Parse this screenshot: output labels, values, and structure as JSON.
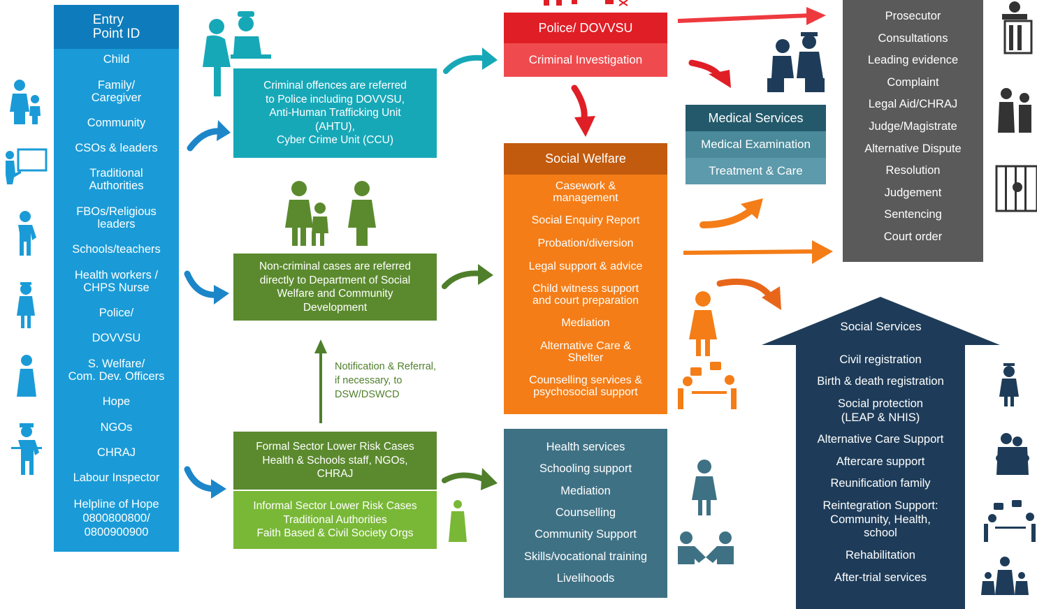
{
  "entry_point": {
    "header": "Entry\nPoint ID",
    "items": [
      "Child",
      "Family/\nCaregiver",
      "Community",
      "CSOs & leaders",
      "Traditional\nAuthorities",
      "FBOs/Religious\nleaders",
      "Schools/teachers",
      "Health workers /\nCHPS Nurse",
      "Police/",
      "DOVVSU",
      "S. Welfare/\nCom. Dev. Officers",
      "Hope",
      "NGOs",
      "CHRAJ",
      "Labour Inspector",
      "Helpline of Hope\n0800800800/\n0800900900"
    ]
  },
  "referrals": {
    "criminal": "Criminal offences are referred\nto Police including DOVVSU,\nAnti-Human Trafficking Unit\n(AHTU),\nCyber Crime Unit (CCU)",
    "non_criminal": "Non-criminal cases are referred\ndirectly to Department of Social\nWelfare and  Community\nDevelopment",
    "formal": "Formal Sector Lower Risk Cases\nHealth & Schools staff, NGOs,\nCHRAJ",
    "informal": "Informal Sector Lower Risk Cases\nTraditional Authorities\nFaith Based & Civil Society Orgs",
    "notification": "Notification & Referral,\nif necessary, to\nDSW/DSWCD"
  },
  "police": {
    "header": "Police/ DOVVSU",
    "body": "Criminal Investigation"
  },
  "social_welfare": {
    "header": "Social Welfare",
    "items": [
      "Casework &\nmanagement",
      "Social Enquiry Report",
      "Probation/diversion",
      "Legal support & advice",
      "Child witness support\nand court preparation",
      "Mediation",
      "Alternative Care &\nShelter",
      "Counselling services &\npsychosocial support"
    ]
  },
  "health_services": {
    "items": [
      "Health services",
      "Schooling support",
      "Mediation",
      "Counselling",
      "Community Support",
      "Skills/vocational training",
      "Livelihoods"
    ]
  },
  "medical": {
    "header": "Medical Services",
    "exam": "Medical Examination",
    "treatment": "Treatment & Care"
  },
  "prosecutor": {
    "items": [
      "Prosecutor",
      "Consultations",
      "Leading evidence",
      "Complaint",
      "Legal Aid/CHRAJ",
      "Judge/Magistrate",
      "Alternative Dispute",
      "Resolution",
      "Judgement",
      "Sentencing",
      "Court order"
    ]
  },
  "social_services": {
    "header": "Social Services",
    "items": [
      "Civil registration",
      "Birth & death registration",
      "Social protection\n(LEAP & NHIS)",
      "Alternative Care Support",
      "Aftercare support",
      "Reunification  family",
      "Reintegration Support:\nCommunity, Health,\nschool",
      "Rehabilitation",
      "After-trial services"
    ]
  },
  "colors": {
    "entry": "#1a9bd7",
    "criminal": "#17a8b8",
    "non_criminal": "#5b8a2e",
    "informal": "#79b837",
    "police": "#e01e26",
    "social_welfare": "#f47d17",
    "health_services": "#3f7184",
    "medical": "#23596b",
    "prosecutor": "#5a5a5a",
    "social_services": "#1e3c59"
  }
}
